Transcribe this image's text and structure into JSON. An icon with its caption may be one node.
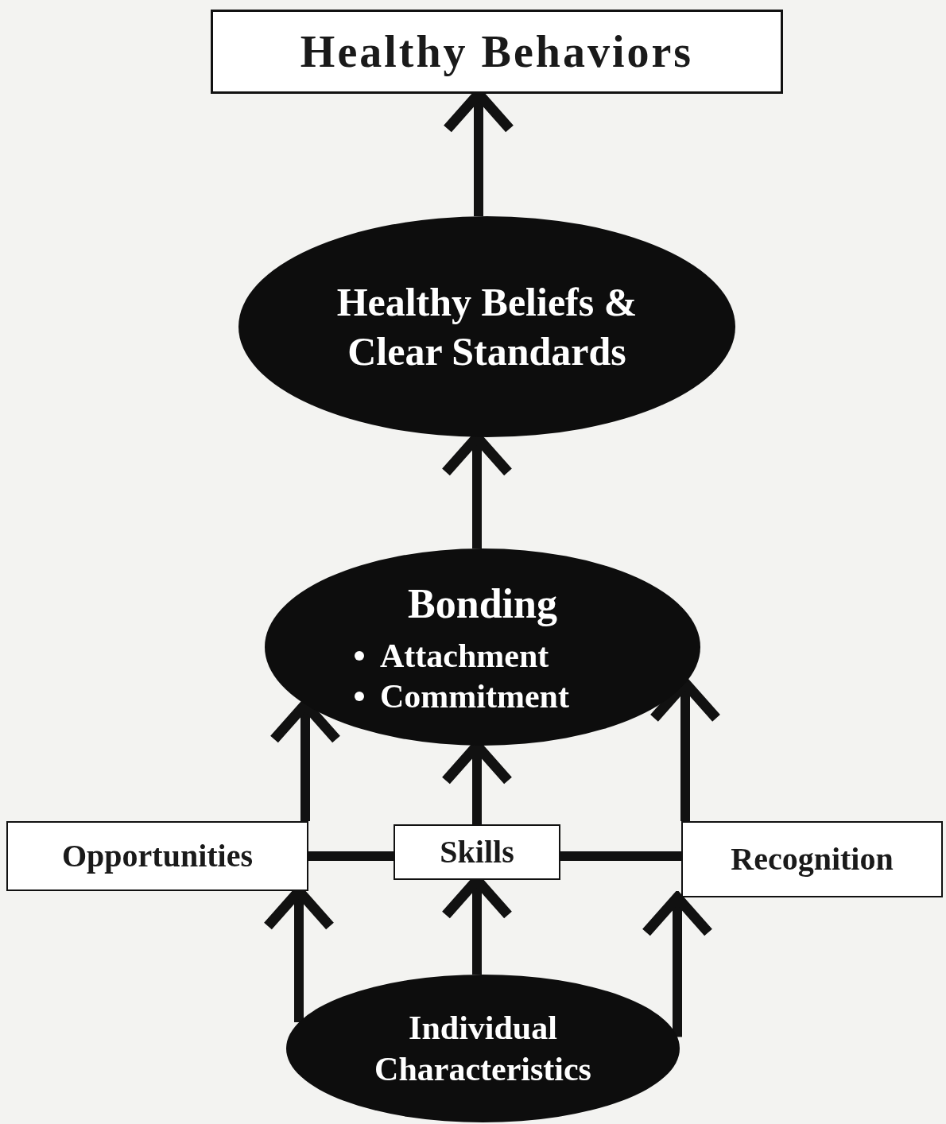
{
  "diagram": {
    "nodes": [
      {
        "text": [
          "Healthy Behaviors"
        ]
      },
      {
        "text": [
          "Healthy Beliefs & Clear Standards"
        ]
      },
      {
        "text": [
          "Bonding",
          "Attachment",
          "Commitment"
        ]
      },
      {
        "text": [
          "Opportunities"
        ]
      },
      {
        "text": [
          "Skills"
        ]
      },
      {
        "text": [
          "Recognition"
        ]
      },
      {
        "text": [
          "Individual Characteristics"
        ]
      }
    ],
    "edges": [
      {
        "from": 1,
        "to": 0,
        "arrow": "to"
      },
      {
        "from": 2,
        "to": 1,
        "arrow": "to"
      },
      {
        "from": 3,
        "to": 2,
        "arrow": "to"
      },
      {
        "from": 4,
        "to": 2,
        "arrow": "to"
      },
      {
        "from": 5,
        "to": 2,
        "arrow": "to"
      },
      {
        "from": 3,
        "to": 4,
        "arrow": "none"
      },
      {
        "from": 4,
        "to": 5,
        "arrow": "none"
      },
      {
        "from": 6,
        "to": 3,
        "arrow": "to"
      },
      {
        "from": 6,
        "to": 4,
        "arrow": "to"
      },
      {
        "from": 6,
        "to": 5,
        "arrow": "to"
      }
    ]
  }
}
